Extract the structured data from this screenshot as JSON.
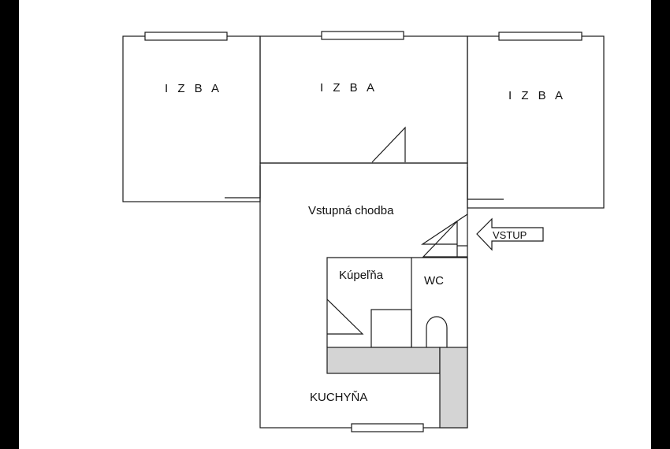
{
  "plan": {
    "rooms": {
      "room_left": "I Z B A",
      "room_middle": "I Z B A",
      "room_right": "I Z B A",
      "hallway": "Vstupná chodba",
      "bathroom": "Kúpeľňa",
      "wc": "WC",
      "kitchen": "KUCHYŇA"
    },
    "entrance": "VSTUP"
  }
}
